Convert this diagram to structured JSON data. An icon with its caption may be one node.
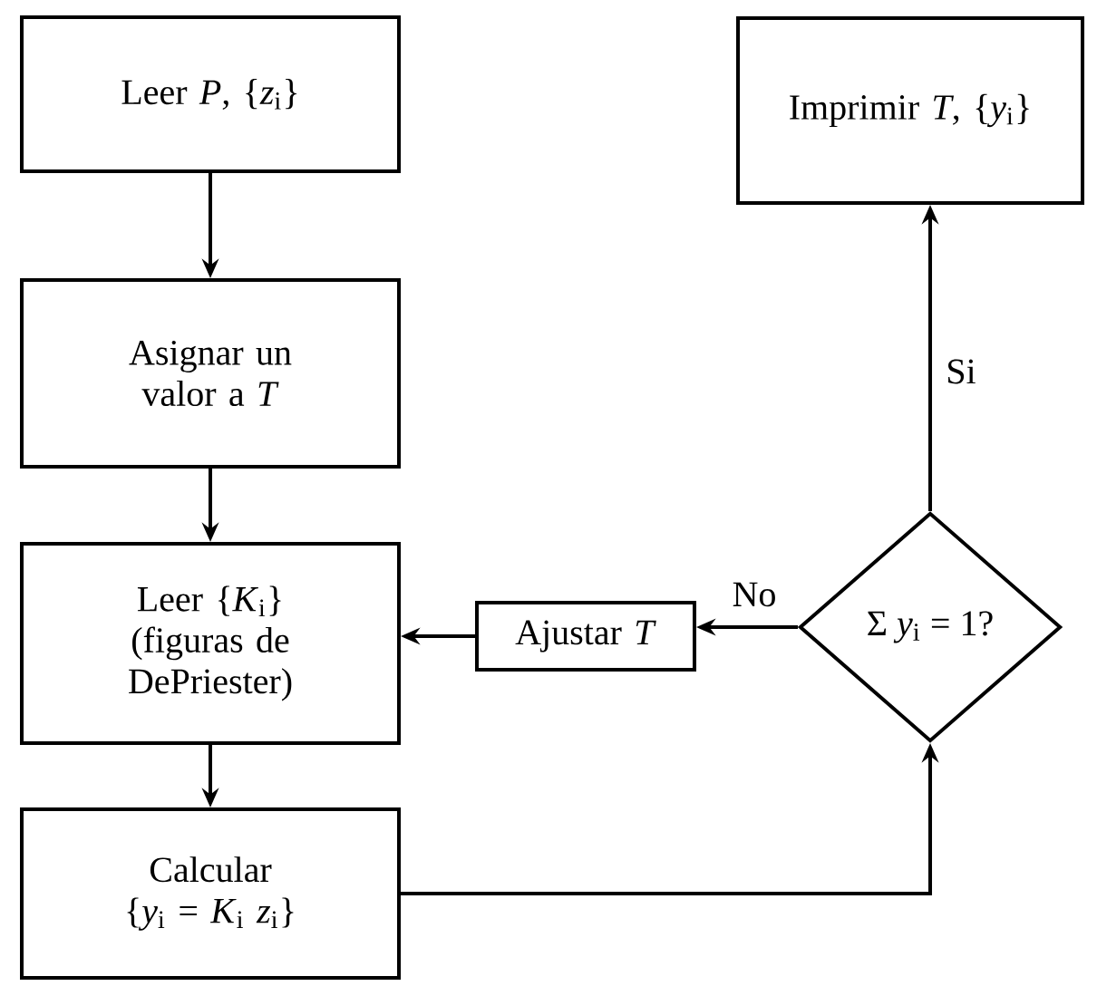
{
  "diagram": {
    "nodes": [
      {
        "text": [
          "Leer *P*, {*z*$_{i}$}"
        ]
      },
      {
        "text": [
          "Asignar un valor a *T*"
        ]
      },
      {
        "text": [
          "Leer {*K*$_{i}$} (figuras de DePriester)"
        ]
      },
      {
        "text": [
          "Calcular {*y*$_{i}$ = *K*$_{i}$ *z*$_{i}$}"
        ]
      },
      {
        "text": [
          "Ajustar *T*"
        ]
      },
      {
        "text": [
          "Σ *y*$_{i}$ = 1?"
        ]
      },
      {
        "text": [
          "Imprimir *T*, {*y*$_{i}$}"
        ]
      }
    ],
    "edges": [
      {
        "from": 0,
        "to": 1,
        "arrow": "to"
      },
      {
        "from": 1,
        "to": 2,
        "arrow": "to"
      },
      {
        "from": 2,
        "to": 3,
        "arrow": "to"
      },
      {
        "from": 3,
        "to": 5,
        "arrow": "to"
      },
      {
        "from": 5,
        "to": 4,
        "arrow": "to",
        "label": "No"
      },
      {
        "from": 4,
        "to": 2,
        "arrow": "to"
      },
      {
        "from": 5,
        "to": 6,
        "arrow": "to",
        "label": "Si"
      }
    ]
  }
}
